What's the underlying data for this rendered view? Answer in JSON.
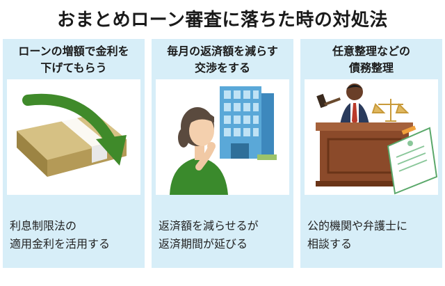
{
  "title": "おまとめローン審査に落ちた時の対処法",
  "cards": [
    {
      "heading_line1": "ローンの増額で金利を",
      "heading_line2": "下げてもらう",
      "body_line1": "利息制限法の",
      "body_line2": "適用金利を活用する",
      "illustration": "money-stack-with-down-arrow"
    },
    {
      "heading_line1": "毎月の返済額を減らす",
      "heading_line2": "交渉をする",
      "body_line1": "返済額を減らせるが",
      "body_line2": "返済期間が延びる",
      "illustration": "thinking-woman-with-office-building"
    },
    {
      "heading_line1": "任意整理などの",
      "heading_line2": "債務整理",
      "body_line1": "公的機関や弁護士に",
      "body_line2": "相談する",
      "illustration": "judge-at-bench-with-document"
    }
  ],
  "colors": {
    "card_background": "#d7eef8",
    "money": "#c9b270",
    "arrow": "#3f8a2a",
    "building": "#5aa8d8",
    "jacket": "#3a8a2c",
    "wood": "#8b4a2a"
  }
}
